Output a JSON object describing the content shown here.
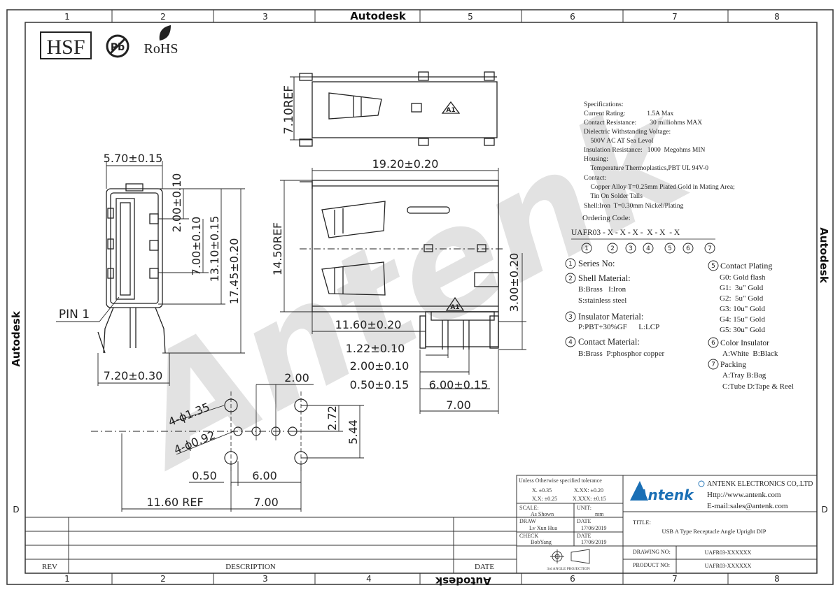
{
  "frame": {
    "columns": [
      "1",
      "2",
      "3",
      "4",
      "5",
      "6",
      "7",
      "8"
    ],
    "row_letter": "D",
    "brand_watermark": "Autodesk",
    "watermark": "Antenk"
  },
  "compliance": {
    "hsf": "HSF",
    "rohs": "RoHS",
    "pb": "Pb"
  },
  "top_view": {
    "ref": "7.10REF",
    "marker": "A1"
  },
  "front_view": {
    "width_top": "5.70±0.15",
    "d1": "2.00±0.10",
    "d2": "7.00±0.10",
    "d3": "13.10±0.15",
    "d4": "17.45±0.20",
    "width_bottom": "7.20±0.30",
    "pin_label": "PIN 1"
  },
  "side_view": {
    "length": "19.20±0.20",
    "height_ref": "14.50REF",
    "d_11_60": "11.60±0.20",
    "d_3_00": "3.00±0.20",
    "d_1_22": "1.22±0.10",
    "d_2_00": "2.00±0.10",
    "d_0_50": "0.50±0.15",
    "d_6_00": "6.00±0.15",
    "d_7_00": "7.00",
    "marker": "A1"
  },
  "footprint": {
    "d_2_00": "2.00",
    "hole_big": "4-ϕ1.35",
    "hole_small": "4-ϕ0.92",
    "d_2_72": "2.72",
    "d_5_44": "5.44",
    "d_0_50": "0.50",
    "d_6_00": "6.00",
    "d_11_60": "11.60 REF",
    "d_7_00": "7.00"
  },
  "specs": {
    "lines": [
      "Specifications:",
      "Current Rating:             1.5A Max",
      "Contact Resistance:        30 milliohms MAX",
      "Dielectric Withstanding Voltage:",
      "    500V AC AT Sea Levol",
      "Insulation Resistance:   1000  Megohms MIN",
      "Housing:",
      "    Temperature Thermoplastics,PBT UL 94V-0",
      "Contact:",
      "    Copper Alloy T=0.25mm Piated Gold in Mating Area;",
      "    Tin On Solder Talls",
      "Shell:Iron  T=0.30mm Nickel/Plating"
    ],
    "ordering_label": "Ordering Code:",
    "ordering_code": "UAFR03 - X - X - X -  X - X  - X",
    "circles": [
      "1",
      "2",
      "3",
      "4",
      "5",
      "6",
      "7"
    ]
  },
  "options_left": [
    {
      "num": "1",
      "title": "Series No:",
      "lines": []
    },
    {
      "num": "2",
      "title": "Shell Material:",
      "lines": [
        "B:Brass   I:Iron",
        "S:stainless steel"
      ]
    },
    {
      "num": "3",
      "title": "Insulator Material:",
      "lines": [
        "P:PBT+30%GF      L:LCP"
      ]
    },
    {
      "num": "4",
      "title": "Contact Material:",
      "lines": [
        "B:Brass  P:phosphor copper"
      ]
    }
  ],
  "options_right": [
    {
      "num": "5",
      "title": "Contact Plating",
      "lines": [
        "G0: Gold flash",
        "G1:  3u\" Gold",
        "G2:  5u\" Gold",
        "G3: 10u\" Gold",
        "G4: 15u\" Gold",
        "G5: 30u\" Gold"
      ]
    },
    {
      "num": "6",
      "title": "Color Insulator",
      "lines": [
        "A:White  B:Black"
      ]
    },
    {
      "num": "7",
      "title": "Packing",
      "lines": [
        "A:Tray B:Bag",
        "C:Tube D:Tape & Reel"
      ]
    }
  ],
  "title_block": {
    "tolerance_title": "Unless Otherwise specified tolerance",
    "tol_1": "X. ±0.35",
    "tol_2": "X.XX: ±0.20",
    "tol_3": "X.X: ±0.25",
    "tol_4": "X.XXX: ±0.15",
    "scale_label": "SCALE:",
    "scale_value": "As Shown",
    "unit_label": "UNIT:",
    "unit_value": "mm",
    "draw_label": "DRAW",
    "draw_value": "Lv Xun Hua",
    "date_label": "DATE",
    "draw_date": "17/06/2019",
    "check_label": "CHECK",
    "check_value": "BobYang",
    "check_date": "17/06/2019",
    "projection": "3rd ANGLE PROJECTION",
    "company": "ANTENK ELECTRONICS CO,.LTD",
    "http": "Http://www.antenk.com",
    "email": "E-mail:sales@antenk.com",
    "logo": "Antenk",
    "title_label": "TITLE:",
    "title_value": "USB A Type Receptacle Angle Upright DIP",
    "drawing_no_label": "DRAWING NO:",
    "drawing_no": "UAFR03-XXXXXX",
    "product_no_label": "PRODUCT NO:",
    "product_no": "UAFR03-XXXXXX"
  },
  "revision": {
    "rev": "REV",
    "description": "DESCRIPTION",
    "date": "DATE"
  }
}
